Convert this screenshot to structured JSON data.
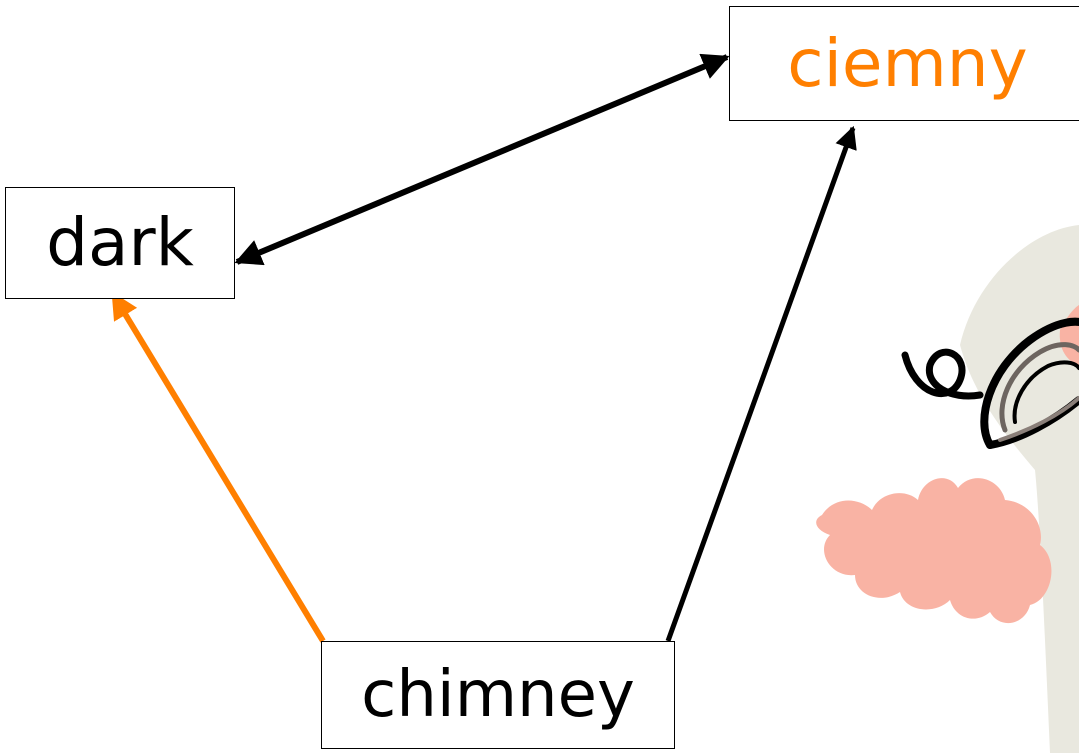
{
  "nodes": {
    "dark": {
      "label": "dark"
    },
    "ciemny": {
      "label": "ciemny"
    },
    "chimney": {
      "label": "chimney"
    }
  },
  "edges": [
    {
      "from": "dark",
      "to": "ciemny",
      "direction": "both",
      "color": "#000000"
    },
    {
      "from": "chimney",
      "to": "ciemny",
      "direction": "forward",
      "color": "#000000"
    },
    {
      "from": "chimney",
      "to": "dark",
      "direction": "forward",
      "color": "#FF7F00"
    }
  ],
  "colors": {
    "highlight": "#FF7F00",
    "text": "#000000",
    "clipart_pink": "#F9B3A4",
    "clipart_beige": "#E9E8DF"
  },
  "decoration": {
    "icon": "bird-clipart-icon"
  }
}
